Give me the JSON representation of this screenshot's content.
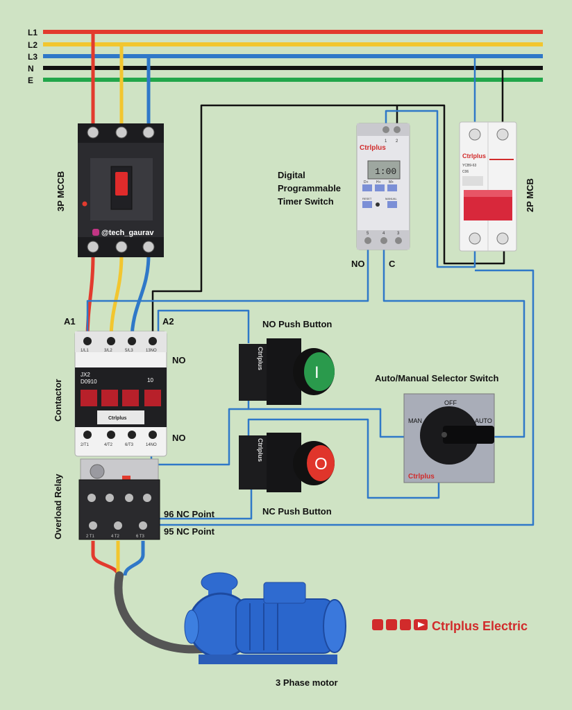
{
  "bus": {
    "l1": "L1",
    "l2": "L2",
    "l3": "L3",
    "n": "N",
    "e": "E",
    "colors": {
      "l1": "#e23b2e",
      "l2": "#f2c62f",
      "l3": "#2f78c8",
      "n": "#111111",
      "e": "#22a64a",
      "control": "#2f78c8"
    }
  },
  "mccb3p": {
    "label": "3P MCCB",
    "handle": "@tech_gaurav"
  },
  "timer": {
    "label_line1": "Digital",
    "label_line2": "Programmable",
    "label_line3": "Timer Switch",
    "brand": "Ctrlplus",
    "display": "1:00",
    "buttons": [
      "D+",
      "H+",
      "M+"
    ],
    "buttons2": [
      "RESET",
      "MANUAL"
    ],
    "terminal_top": [
      "1",
      "2"
    ],
    "terminal_bottom": [
      "5",
      "4",
      "3"
    ],
    "no": "NO",
    "c": "C"
  },
  "mcb2p": {
    "label": "2P MCB",
    "brand": "Ctrlplus",
    "model": "YCB9-63",
    "rating": "C06"
  },
  "contactor": {
    "label": "Contactor",
    "a1": "A1",
    "a2": "A2",
    "top_terms": [
      "1/L1",
      "3/L2",
      "5/L3",
      "13NO"
    ],
    "bottom_terms": [
      "2/T1",
      "4/T2",
      "6/T3",
      "14NO"
    ],
    "model_line1": "JX2",
    "model_line2": "D0910",
    "aux": "10",
    "brand": "Ctrlplus",
    "no_top": "NO",
    "no_bottom": "NO"
  },
  "overload": {
    "label": "Overload Relay",
    "nc96": "96 NC Point",
    "nc95": "95 NC Point",
    "terms": [
      "2 T1",
      "4 T2",
      "6 T3"
    ]
  },
  "no_push": {
    "label": "NO Push Button",
    "brand": "Ctrlplus",
    "symbol": "I"
  },
  "nc_push": {
    "label": "NC Push Button",
    "brand": "Ctrlplus",
    "symbol": "O"
  },
  "selector": {
    "label": "Auto/Manual Selector Switch",
    "off": "OFF",
    "man": "MAN",
    "auto": "AUTO",
    "brand": "Ctrlplus"
  },
  "motor": {
    "label": "3 Phase motor"
  },
  "brand": {
    "text": "Ctrlplus Electric"
  }
}
